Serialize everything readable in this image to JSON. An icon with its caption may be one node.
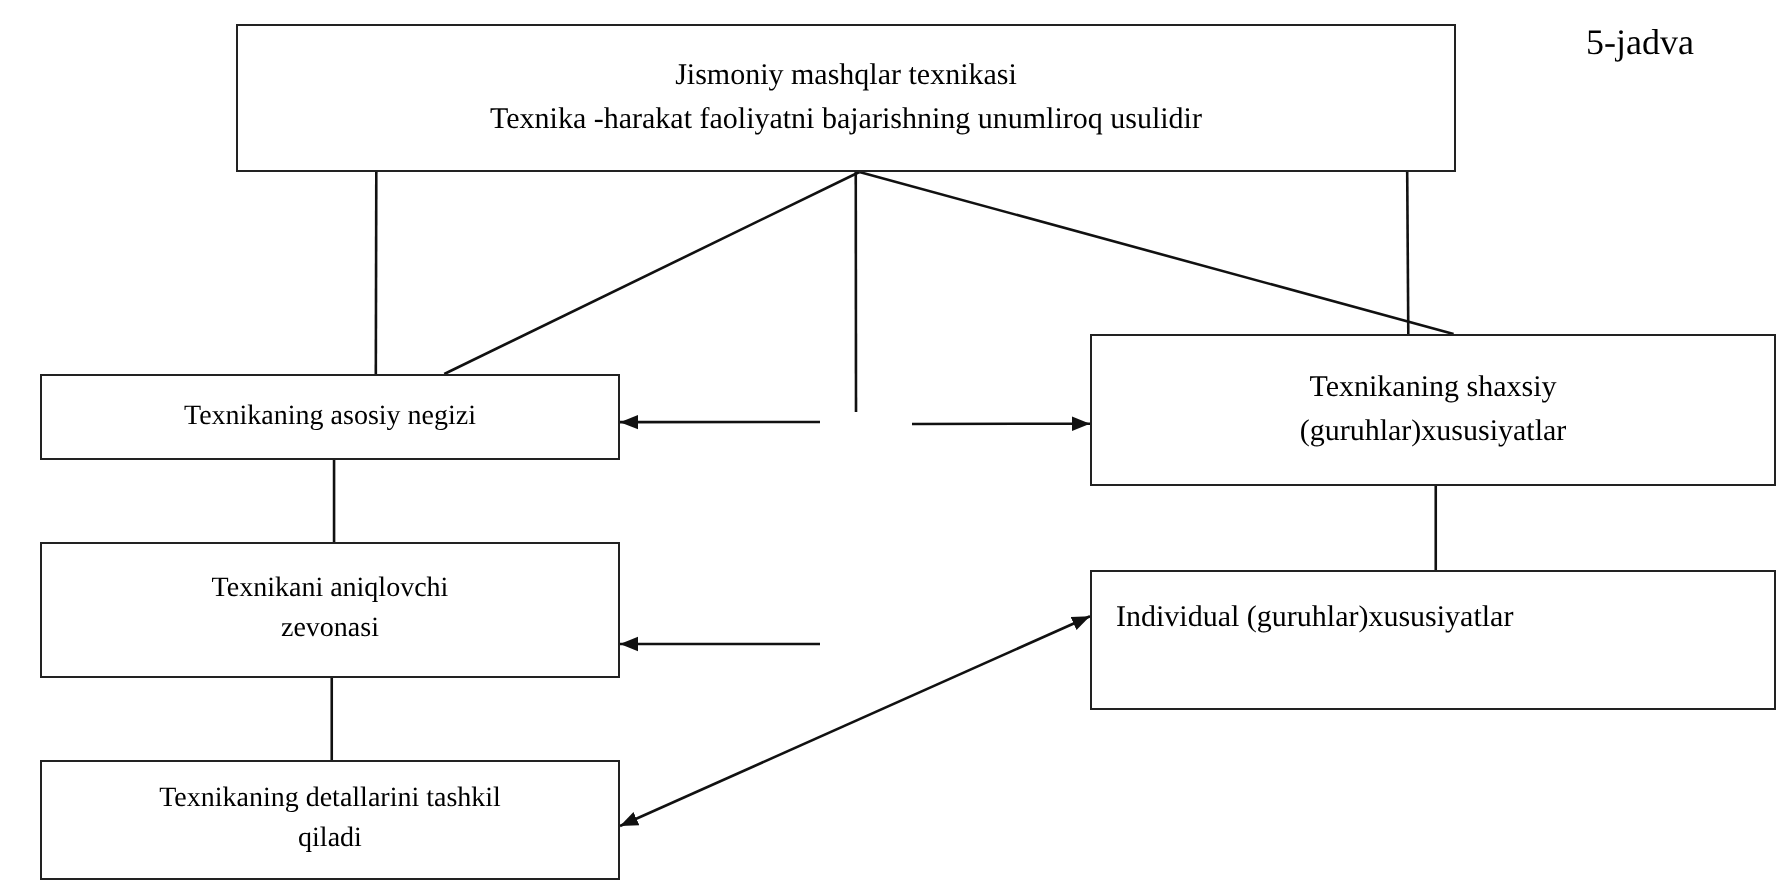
{
  "diagram": {
    "nodes": [
      {
        "text": [
          "Jismoniy mashqlar texnikasi",
          "Texnika -harakat faoliyatni bajarishning unumliroq usulidir"
        ]
      },
      {
        "text": [
          "Texnikaning asosiy negizi"
        ]
      },
      {
        "text": [
          "Texnikani aniqlovchi zevonasi"
        ]
      },
      {
        "text": [
          "Texnikaning detallarini tashkil qiladi"
        ]
      },
      {
        "text": [
          "Texnikaning shaxsiy (guruhlar)xususiyatlar"
        ]
      },
      {
        "text": [
          "Individual (guruhlar)xususiyatlar"
        ]
      }
    ],
    "edges": [
      {
        "from": 0,
        "to": 1,
        "arrow": "none"
      },
      {
        "from": 0,
        "to": 1,
        "arrow": "none"
      },
      {
        "from": 0,
        "to": 4,
        "arrow": "none"
      },
      {
        "from": 0,
        "to": 4,
        "arrow": "none"
      },
      {
        "from": 0,
        "to": null,
        "arrow": "none"
      },
      {
        "from": null,
        "to": 1,
        "arrow": "to"
      },
      {
        "from": null,
        "to": 4,
        "arrow": "to"
      },
      {
        "from": 1,
        "to": 2,
        "arrow": "none"
      },
      {
        "from": 2,
        "to": 3,
        "arrow": "none"
      },
      {
        "from": 4,
        "to": 5,
        "arrow": "none"
      },
      {
        "from": null,
        "to": 2,
        "arrow": "to"
      },
      {
        "from": 3,
        "to": 5,
        "arrow": "both"
      }
    ],
    "labels": [
      "5-jadva"
    ]
  }
}
